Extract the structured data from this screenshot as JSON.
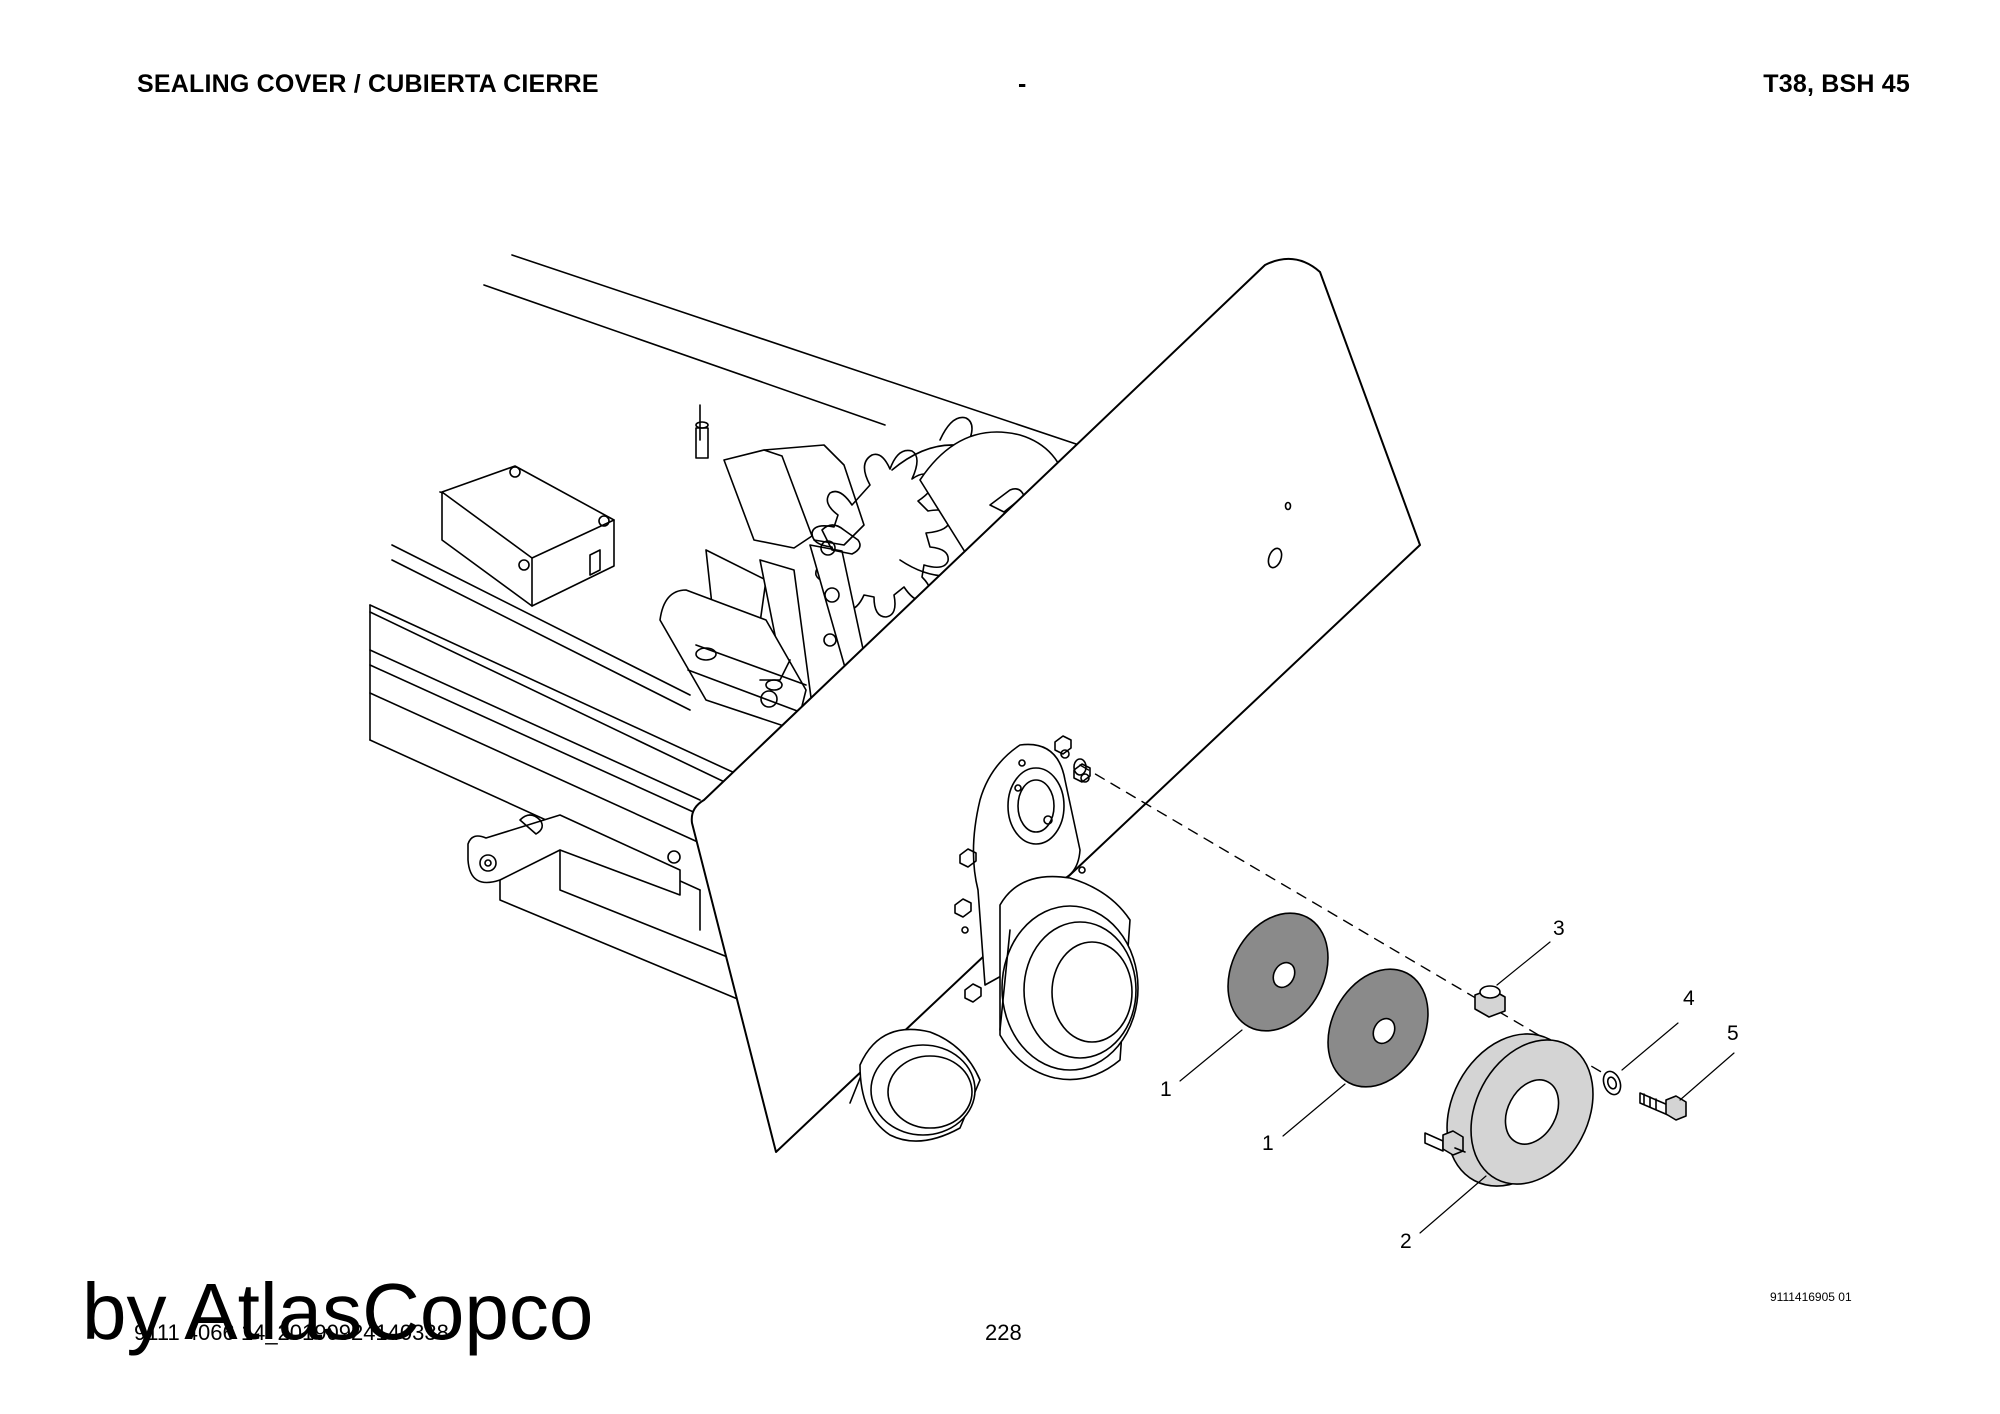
{
  "header": {
    "title": "SEALING COVER / CUBIERTA CIERRE",
    "separator": "-",
    "model": "T38, BSH 45"
  },
  "callouts": [
    "1",
    "1",
    "2",
    "3",
    "4",
    "5"
  ],
  "footer": {
    "ref_code": "9111416905 01",
    "doc_code": "9111 4066 14_20190924140338",
    "page_number": "228",
    "watermark": "by AtlasCopco"
  },
  "colors": {
    "line": "#000000",
    "gasket_fill": "#8a8a8a",
    "cover_fill": "#d4d4d4"
  }
}
